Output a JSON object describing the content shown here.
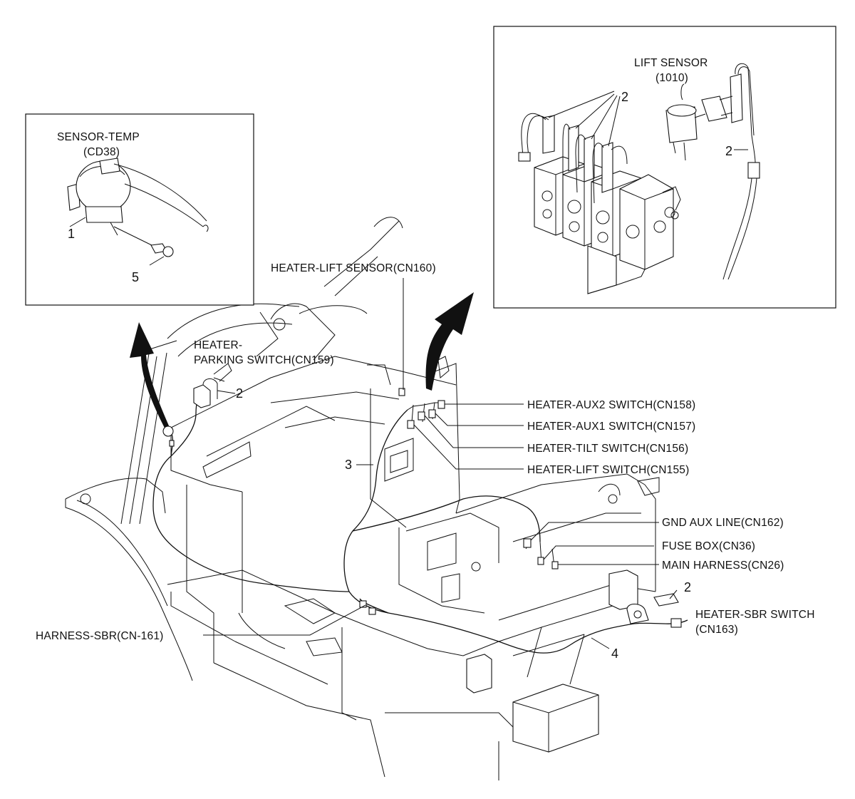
{
  "insets": {
    "temp_sensor": {
      "title_line1": "SENSOR-TEMP",
      "title_line2": "(CD38)",
      "callout_1": "1",
      "callout_5": "5"
    },
    "lift_sensor": {
      "title_line1": "LIFT SENSOR",
      "title_line2": "(1010)",
      "callout_2a": "2",
      "callout_2b": "2"
    }
  },
  "labels": {
    "heater_lift_sensor": "HEATER-LIFT SENSOR(CN160)",
    "heater_parking_line1": "HEATER-",
    "heater_parking_line2": "PARKING SWITCH(CN159)",
    "heater_aux2": "HEATER-AUX2 SWITCH(CN158)",
    "heater_aux1": "HEATER-AUX1 SWITCH(CN157)",
    "heater_tilt": "HEATER-TILT SWITCH(CN156)",
    "heater_lift_switch": "HEATER-LIFT SWITCH(CN155)",
    "gnd_aux": "GND AUX LINE(CN162)",
    "fuse_box": "FUSE BOX(CN36)",
    "main_harness": "MAIN HARNESS(CN26)",
    "heater_sbr_line1": "HEATER-SBR SWITCH",
    "heater_sbr_line2": "(CN163)",
    "harness_sbr": "HARNESS-SBR(CN-161)"
  },
  "callouts": {
    "parking_2": "2",
    "harness_3": "3",
    "sbr_2": "2",
    "harness_4": "4"
  }
}
